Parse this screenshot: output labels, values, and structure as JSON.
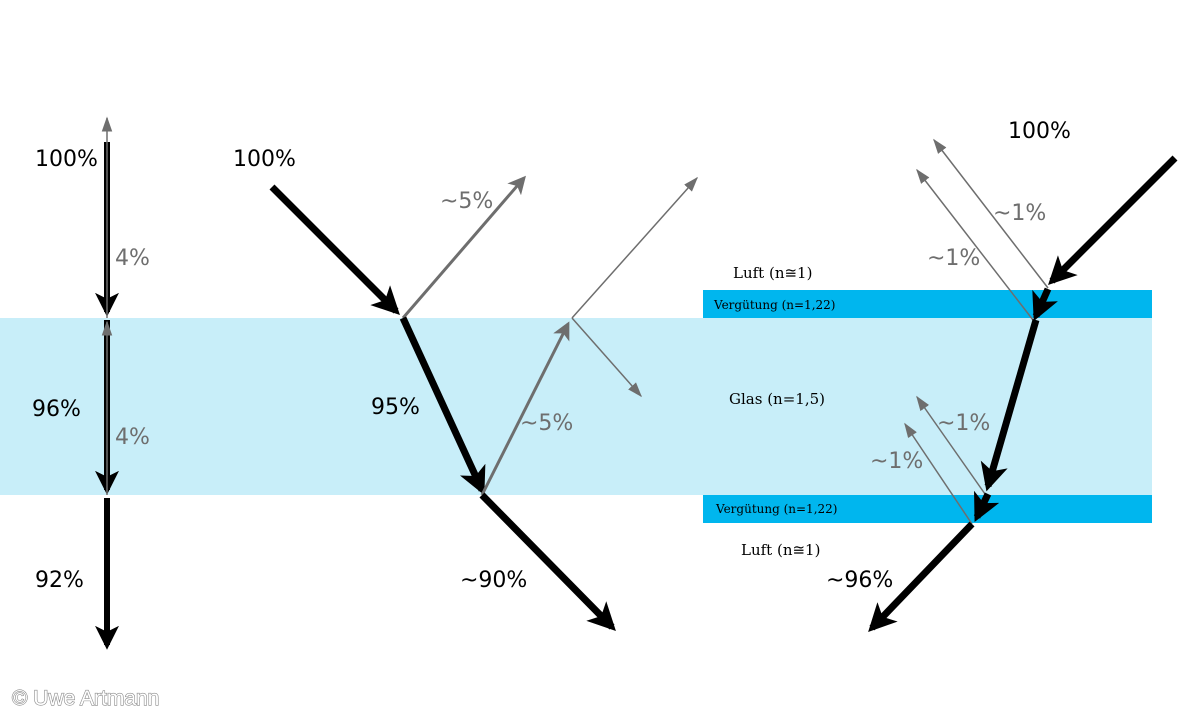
{
  "colors": {
    "glass": "#c8eef9",
    "coating": "#00b6ee",
    "strong_ray": "#000000",
    "weak_ray": "#6e6e6e"
  },
  "diagram1": {
    "incoming": "100%",
    "reflect_top": "4%",
    "inside": "96%",
    "reflect_bottom": "4%",
    "outgoing": "92%"
  },
  "diagram2": {
    "incoming": "100%",
    "reflect_top": "~5%",
    "inside": "95%",
    "reflect_bottom": "~5%",
    "outgoing": "~90%"
  },
  "diagram3": {
    "incoming": "100%",
    "reflect_a": "~1%",
    "reflect_b": "~1%",
    "reflect_c": "~1%",
    "reflect_d": "~1%",
    "air_top": "Luft (n≅1)",
    "coating_top": "Vergütung (n=1,22)",
    "glass": "Glas (n=1,5)",
    "coating_bottom": "Vergütung (n=1,22)",
    "air_bottom": "Luft (n≅1)",
    "outgoing": "~96%"
  },
  "copyright": "© Uwe Artmann"
}
